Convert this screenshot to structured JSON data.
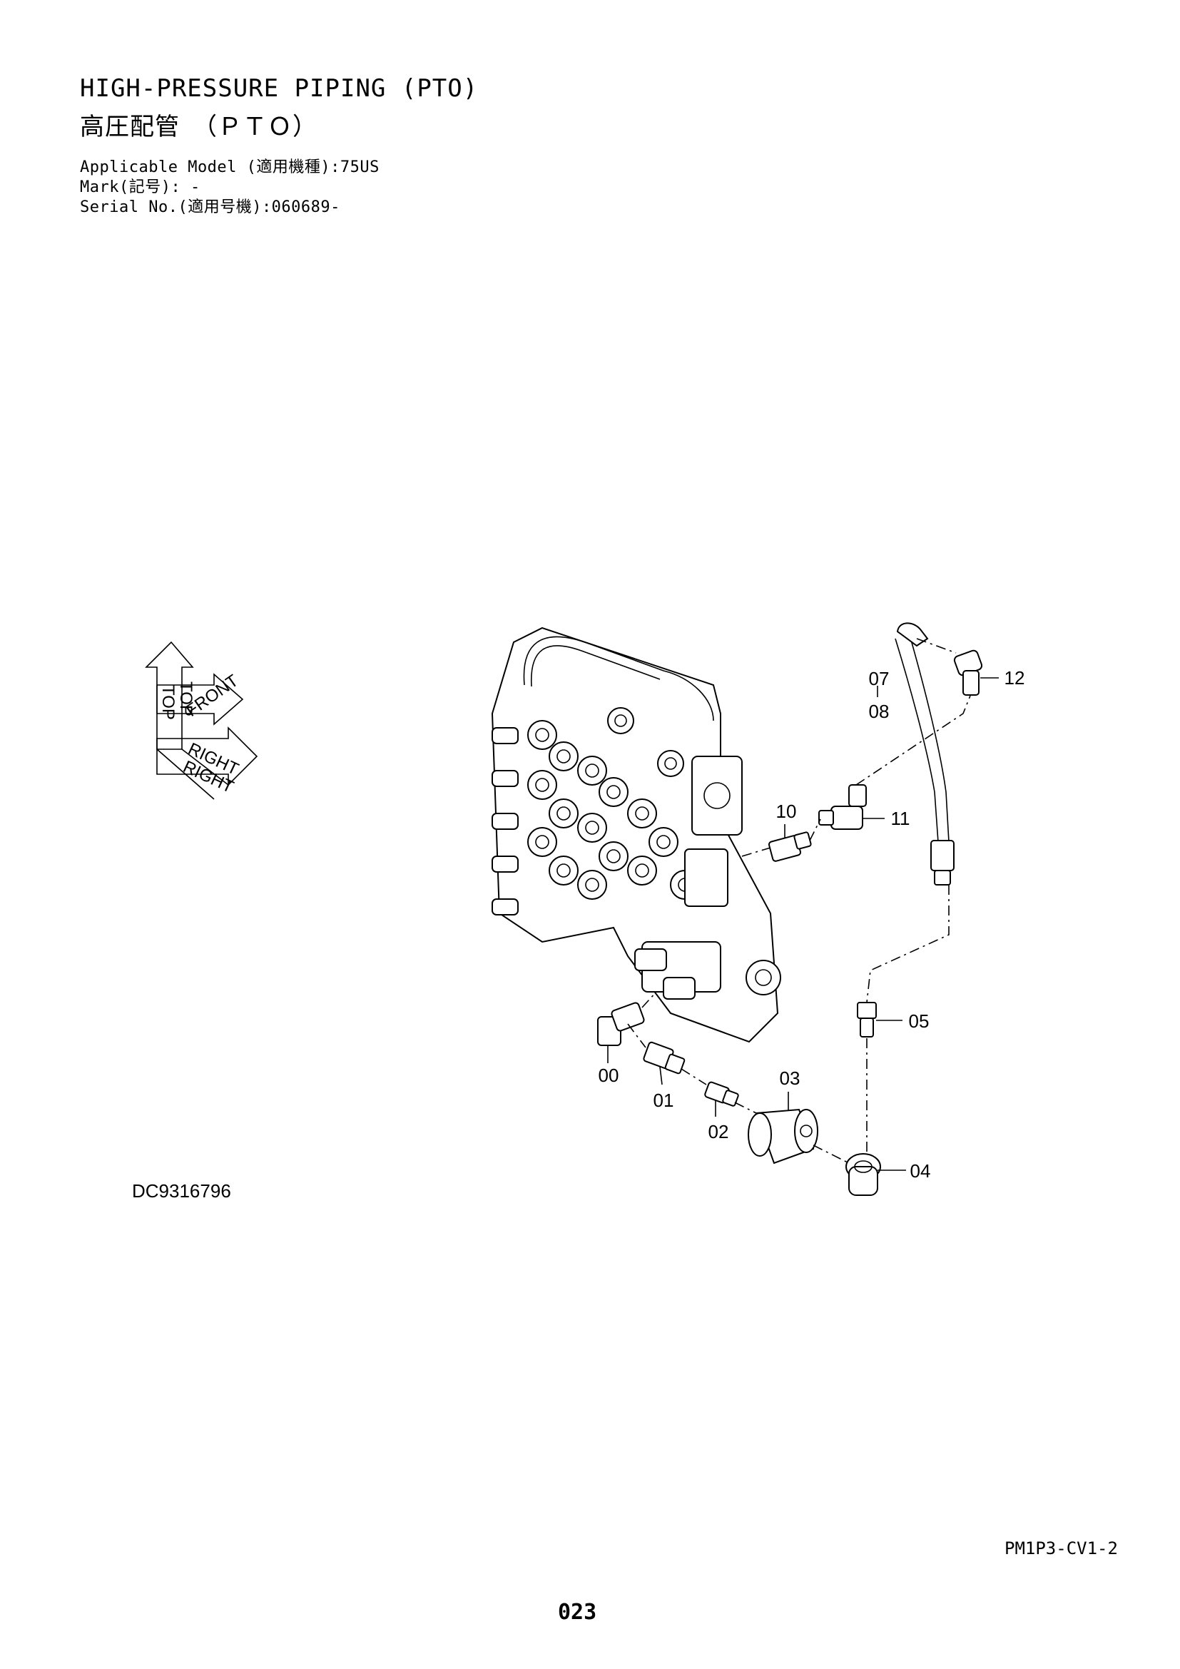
{
  "header": {
    "title_en": "HIGH-PRESSURE PIPING (PTO)",
    "title_jp": "高圧配管　（ＰＴＯ）",
    "applicable_model": "Applicable Model (適用機種):75US",
    "mark": "Mark(記号): -",
    "serial_no": "Serial No.(適用号機):060689-"
  },
  "orientation_icon": {
    "labels": [
      "TOP",
      "TOP",
      "FRONT",
      "RIGHT",
      "RIGHT"
    ]
  },
  "callouts": {
    "p00": "00",
    "p01": "01",
    "p02": "02",
    "p03": "03",
    "p04": "04",
    "p05": "05",
    "p07": "07",
    "p08": "08",
    "p10": "10",
    "p11": "11",
    "p12": "12"
  },
  "drawing_id": "DC9316796",
  "footer": {
    "page_code": "PM1P3-CV1-2",
    "page_number": "023"
  }
}
